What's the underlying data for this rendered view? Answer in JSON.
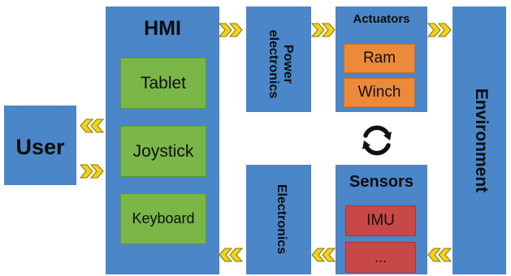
{
  "blocks": {
    "user": "User",
    "hmi": "HMI",
    "power_line1": "Power",
    "power_line2": "electronics",
    "actuators": "Actuators",
    "electronics": "Electronics",
    "sensors": "Sensors",
    "environment": "Environment"
  },
  "hmi_items": [
    "Tablet",
    "Joystick",
    "Keyboard"
  ],
  "actuator_items": [
    "Ram",
    "Winch"
  ],
  "sensor_items": [
    "IMU",
    "..."
  ],
  "colors": {
    "block_blue": "#4a86c8",
    "hmi_green": "#7ab648",
    "actuator_orange": "#ec8a3a",
    "sensor_red": "#c84848",
    "arrow_yellow": "#f2d21c"
  }
}
